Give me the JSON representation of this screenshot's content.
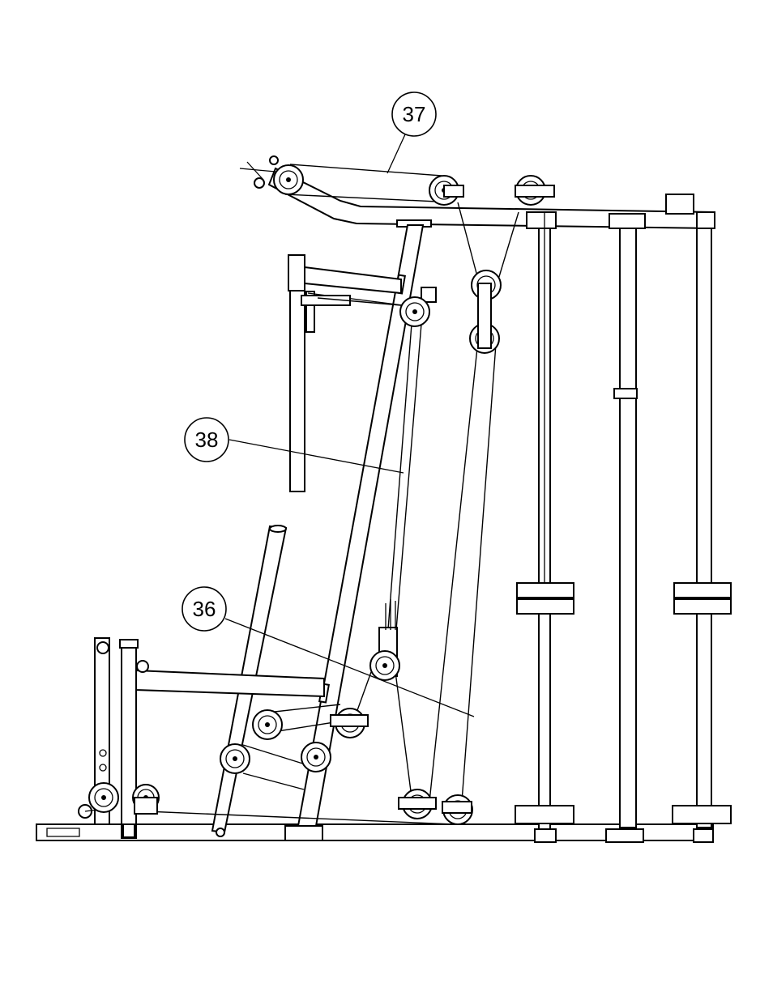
{
  "callouts": [
    {
      "label": "37"
    },
    {
      "label": "38"
    },
    {
      "label": "36"
    }
  ]
}
